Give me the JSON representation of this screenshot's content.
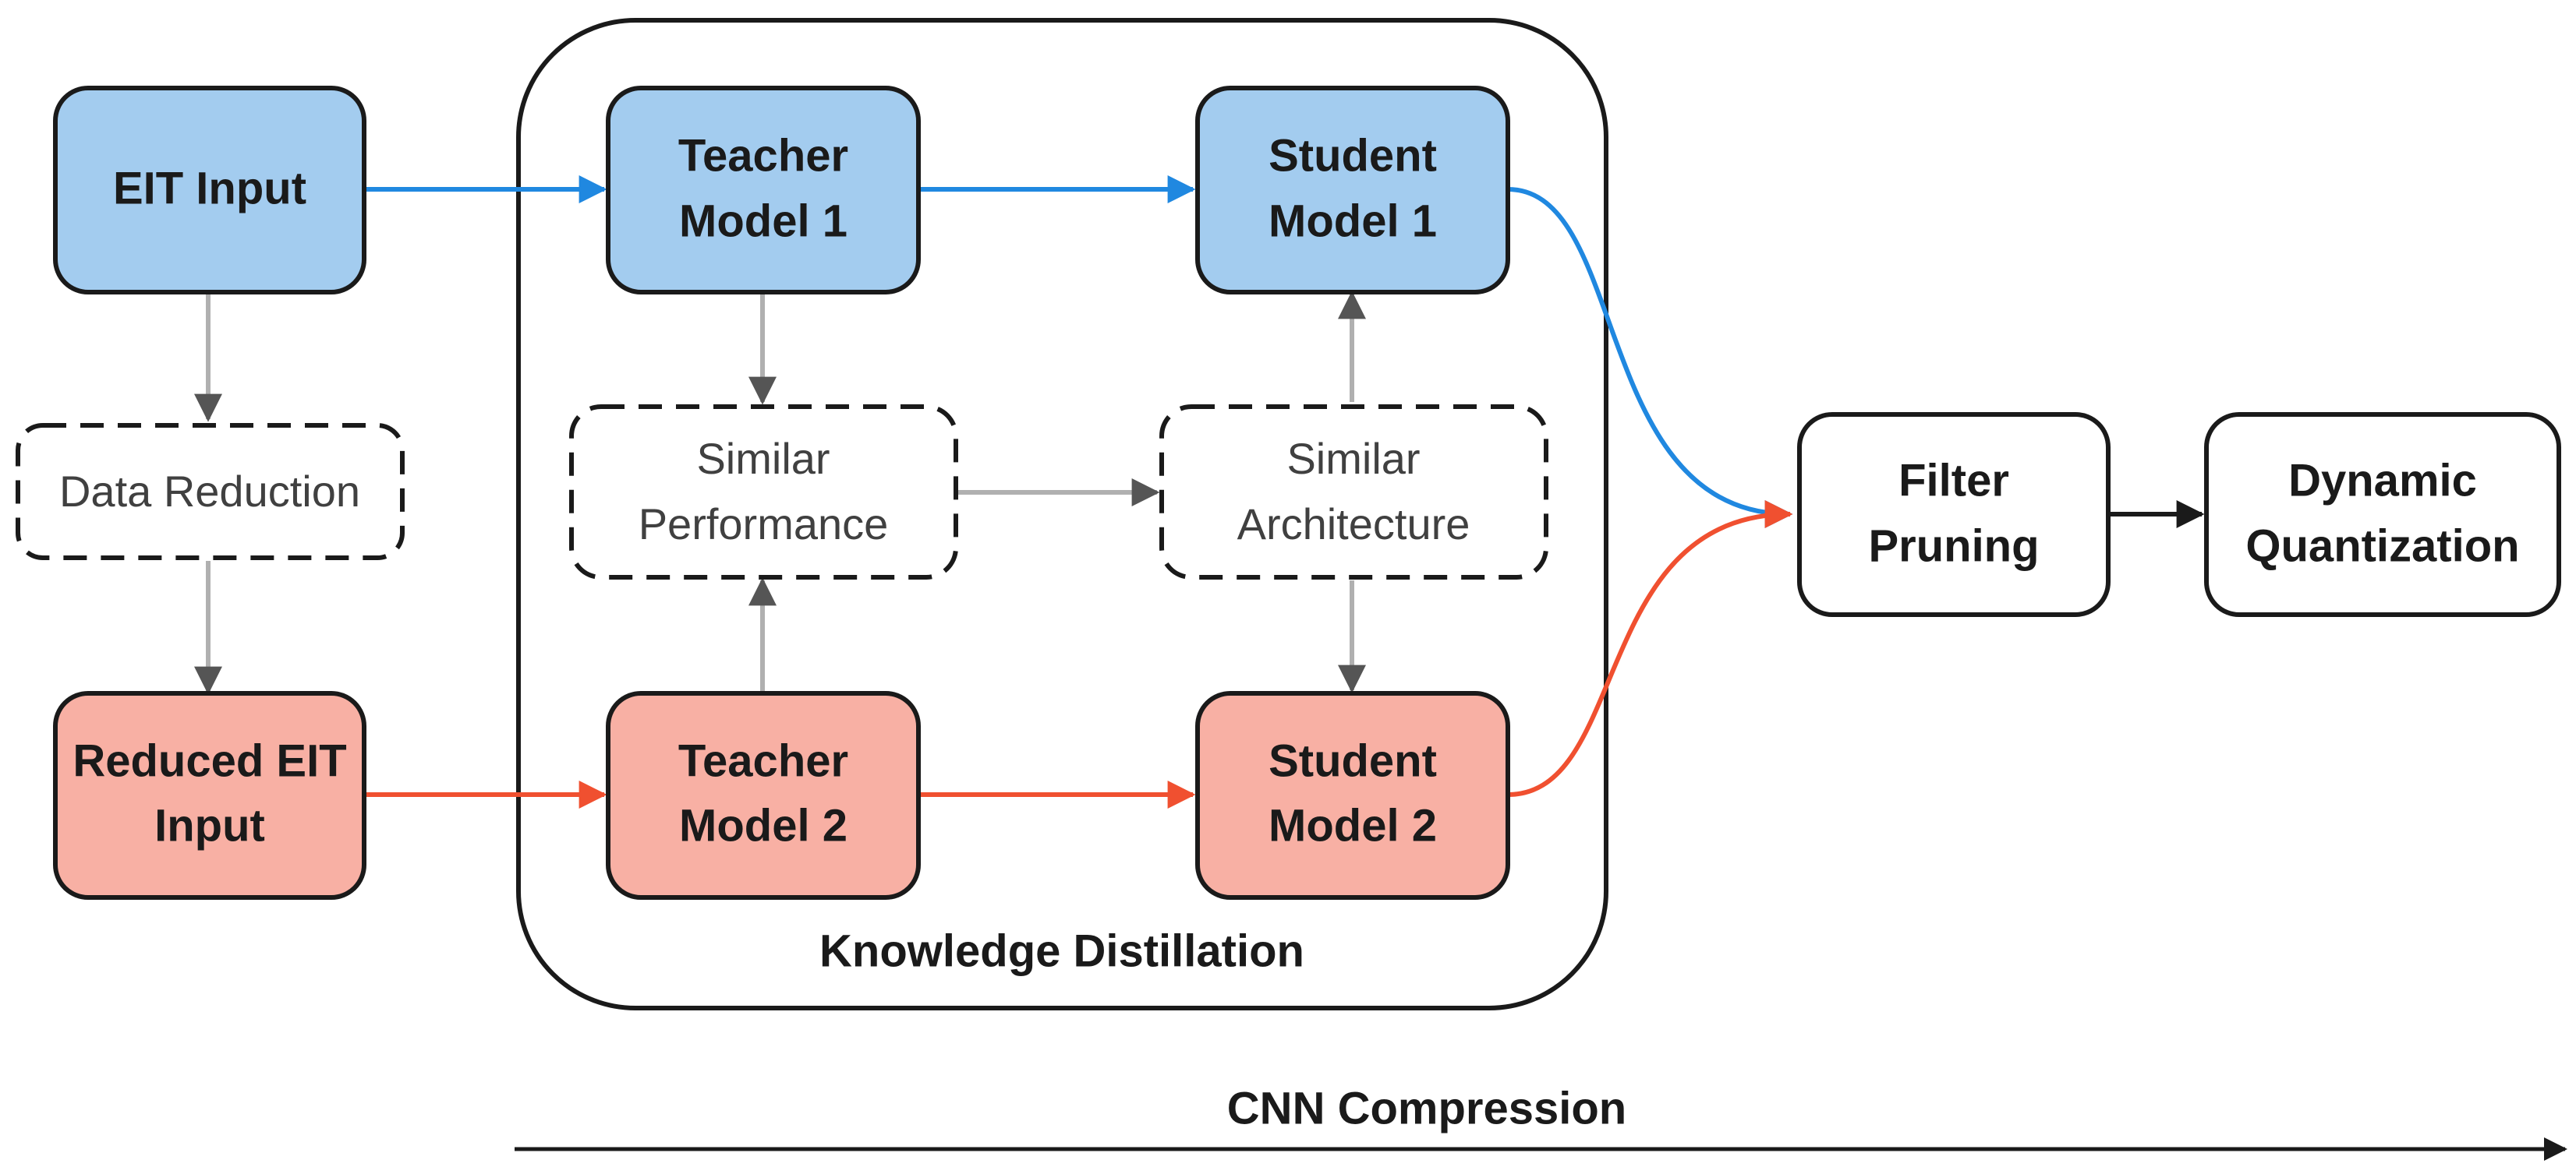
{
  "colors": {
    "blue_fill": "#a3ccef",
    "red_fill": "#f8b0a4",
    "blue_line": "#2088e0",
    "red_line": "#f05030",
    "gray_line": "#b0b0b0",
    "dark": "#1a1a1a"
  },
  "nodes": {
    "eit_input": {
      "line1": "EIT Input"
    },
    "data_reduction": {
      "line1": "Data Reduction"
    },
    "reduced_eit_input": {
      "line1": "Reduced EIT",
      "line2": "Input"
    },
    "teacher_model_1": {
      "line1": "Teacher",
      "line2": "Model 1"
    },
    "student_model_1": {
      "line1": "Student",
      "line2": "Model 1"
    },
    "similar_performance": {
      "line1": "Similar",
      "line2": "Performance"
    },
    "similar_architecture": {
      "line1": "Similar",
      "line2": "Architecture"
    },
    "teacher_model_2": {
      "line1": "Teacher",
      "line2": "Model 2"
    },
    "student_model_2": {
      "line1": "Student",
      "line2": "Model 2"
    },
    "filter_pruning": {
      "line1": "Filter",
      "line2": "Pruning"
    },
    "dynamic_quantization": {
      "line1": "Dynamic",
      "line2": "Quantization"
    }
  },
  "groups": {
    "knowledge_distillation": "Knowledge Distillation"
  },
  "footer": {
    "cnn_compression": "CNN Compression"
  }
}
